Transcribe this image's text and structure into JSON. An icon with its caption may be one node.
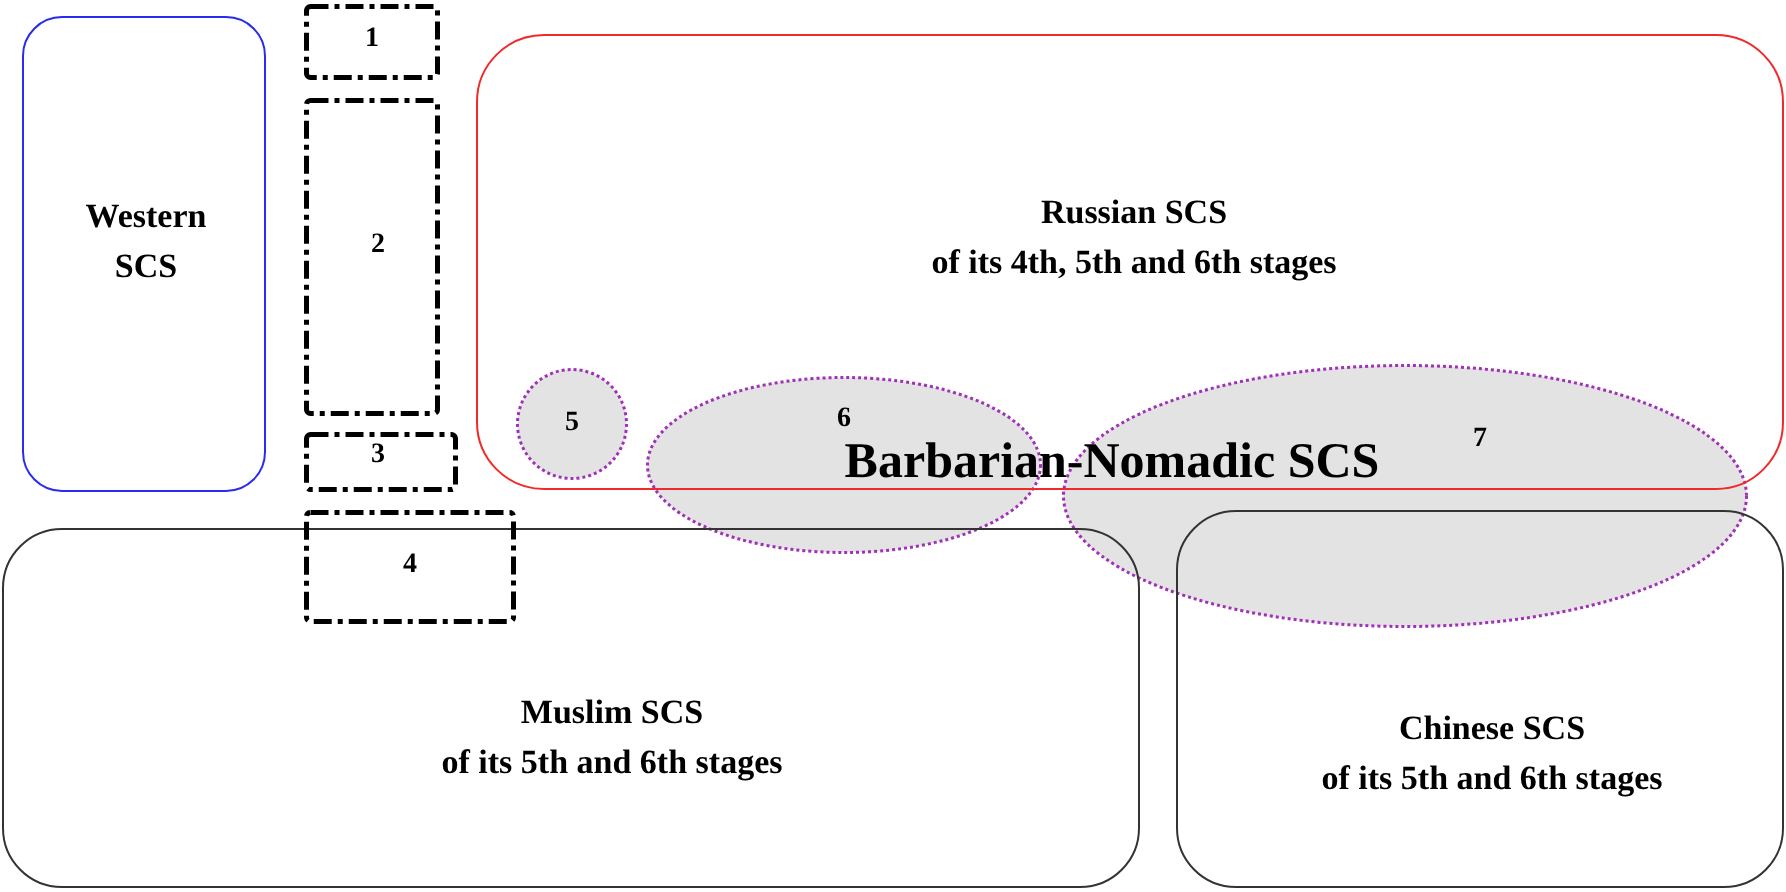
{
  "diagram": {
    "nodes": [
      {
        "text": [
          "Western SCS"
        ]
      },
      {
        "text": [
          "1"
        ]
      },
      {
        "text": [
          "2"
        ]
      },
      {
        "text": [
          "3"
        ]
      },
      {
        "text": [
          "4"
        ]
      },
      {
        "text": [
          "Russian SCS",
          "of its 4th, 5th and 6th stages"
        ]
      },
      {
        "text": [
          "5"
        ],
        "in": 5
      },
      {
        "text": [
          "6"
        ]
      },
      {
        "text": [
          "7"
        ]
      },
      {
        "text": [
          "Muslim SCS",
          "of its 5th and 6th stages"
        ]
      },
      {
        "text": [
          "Chinese SCS",
          "of its 5th and 6th stages"
        ]
      }
    ],
    "labels": [
      "Barbarian-Nomadic SCS"
    ]
  }
}
